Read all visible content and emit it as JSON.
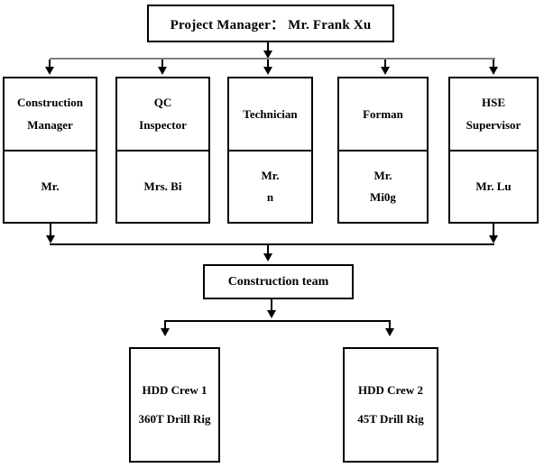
{
  "chart": {
    "root": {
      "label": "Project Manager：  Mr. Frank Xu"
    },
    "row2": [
      {
        "title_lines": [
          "Construction",
          "Manager"
        ],
        "name_lines": [
          "Mr."
        ]
      },
      {
        "title_lines": [
          "QC",
          "Inspector"
        ],
        "name_lines": [
          "Mrs. Bi"
        ]
      },
      {
        "title_lines": [
          "Technician"
        ],
        "name_lines": [
          "Mr.",
          "n"
        ]
      },
      {
        "title_lines": [
          "Forman"
        ],
        "name_lines": [
          "Mr.",
          "Mi0g"
        ]
      },
      {
        "title_lines": [
          "HSE",
          "Supervisor"
        ],
        "name_lines": [
          "Mr. Lu"
        ]
      }
    ],
    "team": {
      "label": "Construction team"
    },
    "crews": [
      {
        "lines": [
          "HDD Crew 1",
          "360T Drill Rig"
        ]
      },
      {
        "lines": [
          "HDD Crew 2",
          "45T Drill Rig"
        ]
      }
    ]
  },
  "colors": {
    "line": "#000000",
    "top_connector_line": "#808080",
    "box_border": "#000000",
    "box_background": "#ffffff",
    "text": "#000000"
  }
}
